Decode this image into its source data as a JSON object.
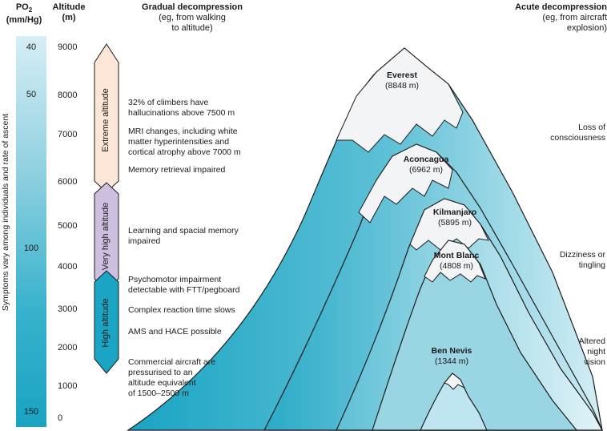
{
  "po2_header": {
    "title": "PO",
    "subscript": "2",
    "unit": "(mm/Hg)"
  },
  "altitude_header": {
    "title": "Altitude",
    "unit": "(m)"
  },
  "gradual_header": {
    "title": "Gradual decompression",
    "subtitle_line1": "(eg, from walking",
    "subtitle_line2": "to altitude)"
  },
  "acute_header": {
    "title": "Acute decompression",
    "subtitle_line1": "(eg, from aircraft",
    "subtitle_line2": "explosion)"
  },
  "po2_bar": {
    "side_label": "Symptoms vary among individuals and rate of ascent",
    "ticks": [
      "40",
      "50",
      "100",
      "150"
    ],
    "color_top": "#d6eef5",
    "color_bottom": "#1aa3c2"
  },
  "altitude_ticks": [
    "9000",
    "8000",
    "7000",
    "6000",
    "5000",
    "4000",
    "3000",
    "2000",
    "1000",
    "0"
  ],
  "zones": [
    {
      "label": "Extreme altitude",
      "color": "#fbe6d8"
    },
    {
      "label": "Very high altitude",
      "color": "#cdbfe0"
    },
    {
      "label": "High altitude",
      "color": "#19a5c3"
    }
  ],
  "notes": [
    {
      "line1": "32% of climbers have",
      "line2": "hallucinations above 7500 m"
    },
    {
      "line1": "MRI changes, including white",
      "line2": "matter hyperintensities and",
      "line3": "cortical atrophy above 7000 m"
    },
    {
      "line1": "Memory retrieval impaired"
    },
    {
      "line1": "Learning and spacial memory",
      "line2": "impaired"
    },
    {
      "line1": "Psychomotor impairment",
      "line2": "detectable with FTT/pegboard"
    },
    {
      "line1": "Complex reaction time slows"
    },
    {
      "line1": "AMS and HACE possible"
    },
    {
      "line1": "Commercial aircraft are",
      "line2": "pressurised to an",
      "line3": "altitude equivalent",
      "line4": "of 1500–2500 m"
    }
  ],
  "peaks": [
    {
      "name": "Everest",
      "height": "(8848 m)"
    },
    {
      "name": "Aconcagua",
      "height": "(6962 m)"
    },
    {
      "name": "Kilmanjaro",
      "height": "(5895 m)"
    },
    {
      "name": "Mont Blanc",
      "height": "(4808 m)"
    },
    {
      "name": "Ben Nevis",
      "height": "(1344 m)"
    }
  ],
  "acute_effects": [
    {
      "line1": "Loss of",
      "line2": "consciousness"
    },
    {
      "line1": "Dizziness or",
      "line2": "tingling"
    },
    {
      "line1": "Altered",
      "line2": "night",
      "line3": "vision"
    }
  ],
  "colors": {
    "mountain_dark": "#19a4c3",
    "mountain_light": "#bfe6f0",
    "snow": "#f2f4f5",
    "outline": "#1b1b1b"
  }
}
